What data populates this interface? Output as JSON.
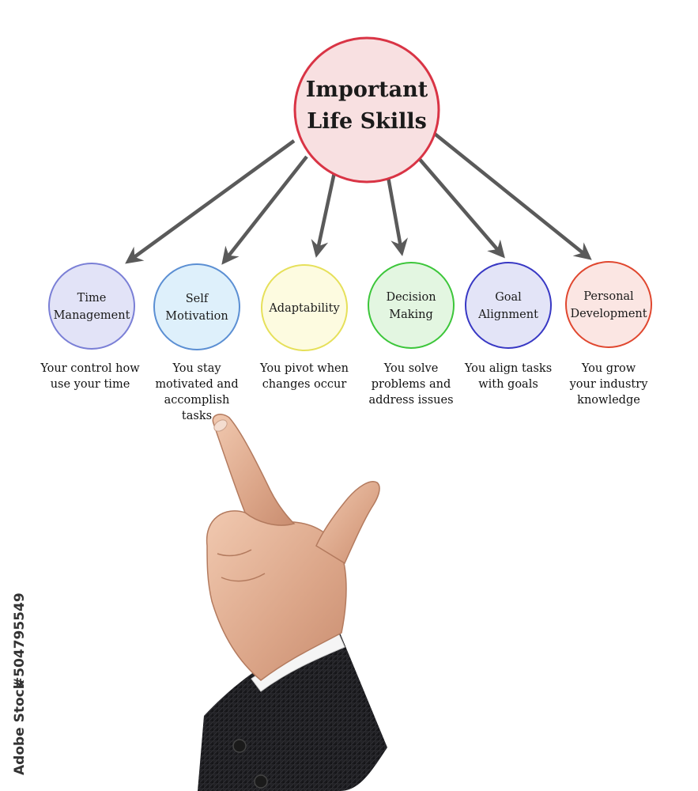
{
  "center": {
    "lines": [
      "Important",
      "Life Skills"
    ],
    "fill": "#f8e0e1",
    "stroke": "#d93445"
  },
  "nodes": [
    {
      "id": "time-management",
      "lines": [
        "Time",
        "Management"
      ],
      "fill": "#e2e3f7",
      "stroke": "#7a7fd6",
      "desc": [
        "Your control how",
        "use your time"
      ]
    },
    {
      "id": "self-motivation",
      "lines": [
        "Self",
        "Motivation"
      ],
      "fill": "#def0fb",
      "stroke": "#5b8fd3",
      "desc": [
        "You stay",
        "motivated and",
        "accomplish",
        "tasks"
      ]
    },
    {
      "id": "adaptability",
      "lines": [
        "Adaptability"
      ],
      "fill": "#fdfbe0",
      "stroke": "#e6e05a",
      "desc": [
        "You pivot when",
        "changes occur"
      ]
    },
    {
      "id": "decision-making",
      "lines": [
        "Decision",
        "Making"
      ],
      "fill": "#e3f6e1",
      "stroke": "#3cc63a",
      "desc": [
        "You solve",
        "problems and",
        "address issues"
      ]
    },
    {
      "id": "goal-alignment",
      "lines": [
        "Goal",
        "Alignment"
      ],
      "fill": "#e3e4f7",
      "stroke": "#3838c4",
      "desc": [
        "You align tasks",
        "with goals"
      ]
    },
    {
      "id": "personal-development",
      "lines": [
        "Personal",
        "Development"
      ],
      "fill": "#fbe6e3",
      "stroke": "#e0472f",
      "desc": [
        "You grow",
        "your industry",
        "knowledge"
      ]
    }
  ],
  "arrow_color": "#5a5a5a",
  "watermark": {
    "left_text": "Adobe Stock",
    "id_text": "#504795549"
  },
  "illustration": {
    "subject": "pointing-hand-in-suit-sleeve"
  }
}
